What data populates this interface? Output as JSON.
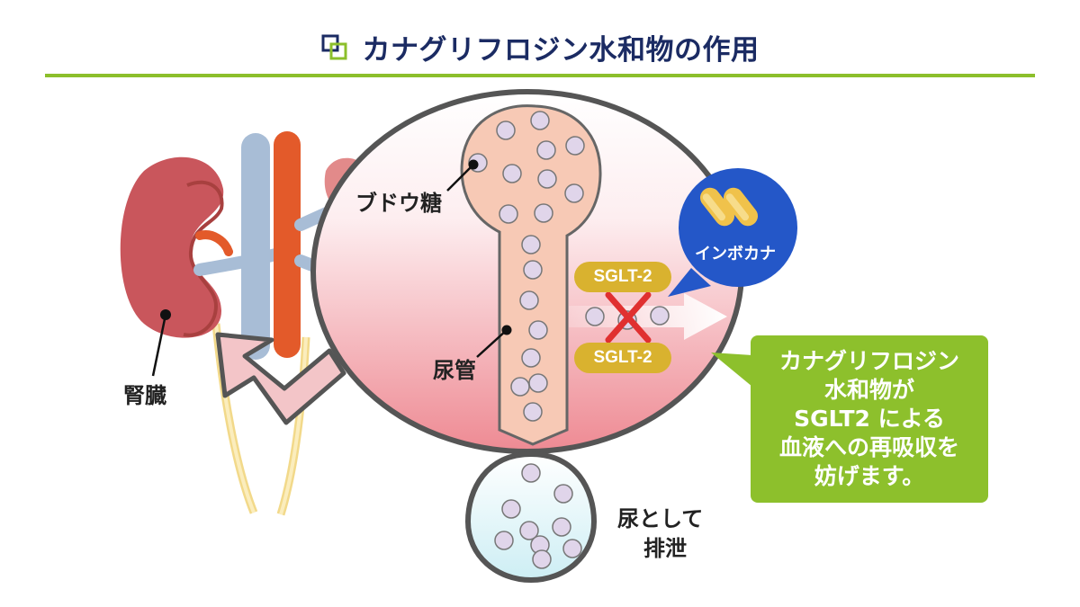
{
  "header": {
    "title": "カナグリフロジン水和物の作用"
  },
  "labels": {
    "kidney": "腎臓",
    "glucose": "ブドウ糖",
    "tubule": "尿管",
    "urine_line1": "尿として",
    "urine_line2": "排泄"
  },
  "transporter": {
    "top": "SGLT-2",
    "bottom": "SGLT-2"
  },
  "drug": {
    "name": "インボカナ"
  },
  "callout": {
    "lines": [
      "カナグリフロジン",
      "水和物が",
      "SGLT2 による",
      "血液への再吸収を",
      "妨げます。"
    ]
  },
  "colors": {
    "title": "#1b2b63",
    "accent_green": "#8cbf2b",
    "kidney": "#c9565c",
    "vein": "#a8bdd6",
    "artery": "#e35a2a",
    "tubule": "#f7c9b5",
    "glucose": "#e0d5ea",
    "pill": "#d9b22f",
    "drug_bubble": "#2457c8",
    "block_x": "#e03030"
  }
}
